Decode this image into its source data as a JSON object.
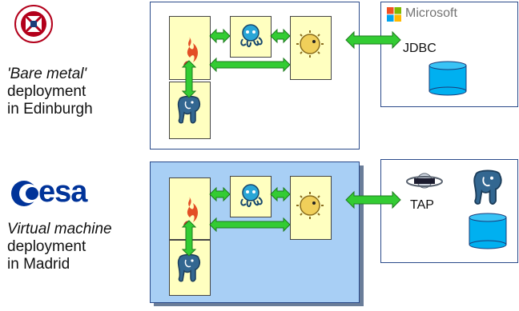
{
  "top_site": {
    "caption_line1": "'Bare metal'",
    "caption_line2": "deployment",
    "caption_line3": "in Edinburgh"
  },
  "bottom_site": {
    "logo_text": "esa",
    "caption_line1": "Virtual machine",
    "caption_line2": "deployment",
    "caption_line3": "in Madrid"
  },
  "top_remote": {
    "vendor": "Microsoft",
    "protocol": "JDBC"
  },
  "bottom_remote": {
    "protocol": "TAP"
  },
  "colors": {
    "arrow": "#33cc33",
    "component_fill": "#ffffc0",
    "vm_fill": "#a8cff5",
    "border": "#2a4a8a",
    "cylinder": "#00b0f0"
  }
}
